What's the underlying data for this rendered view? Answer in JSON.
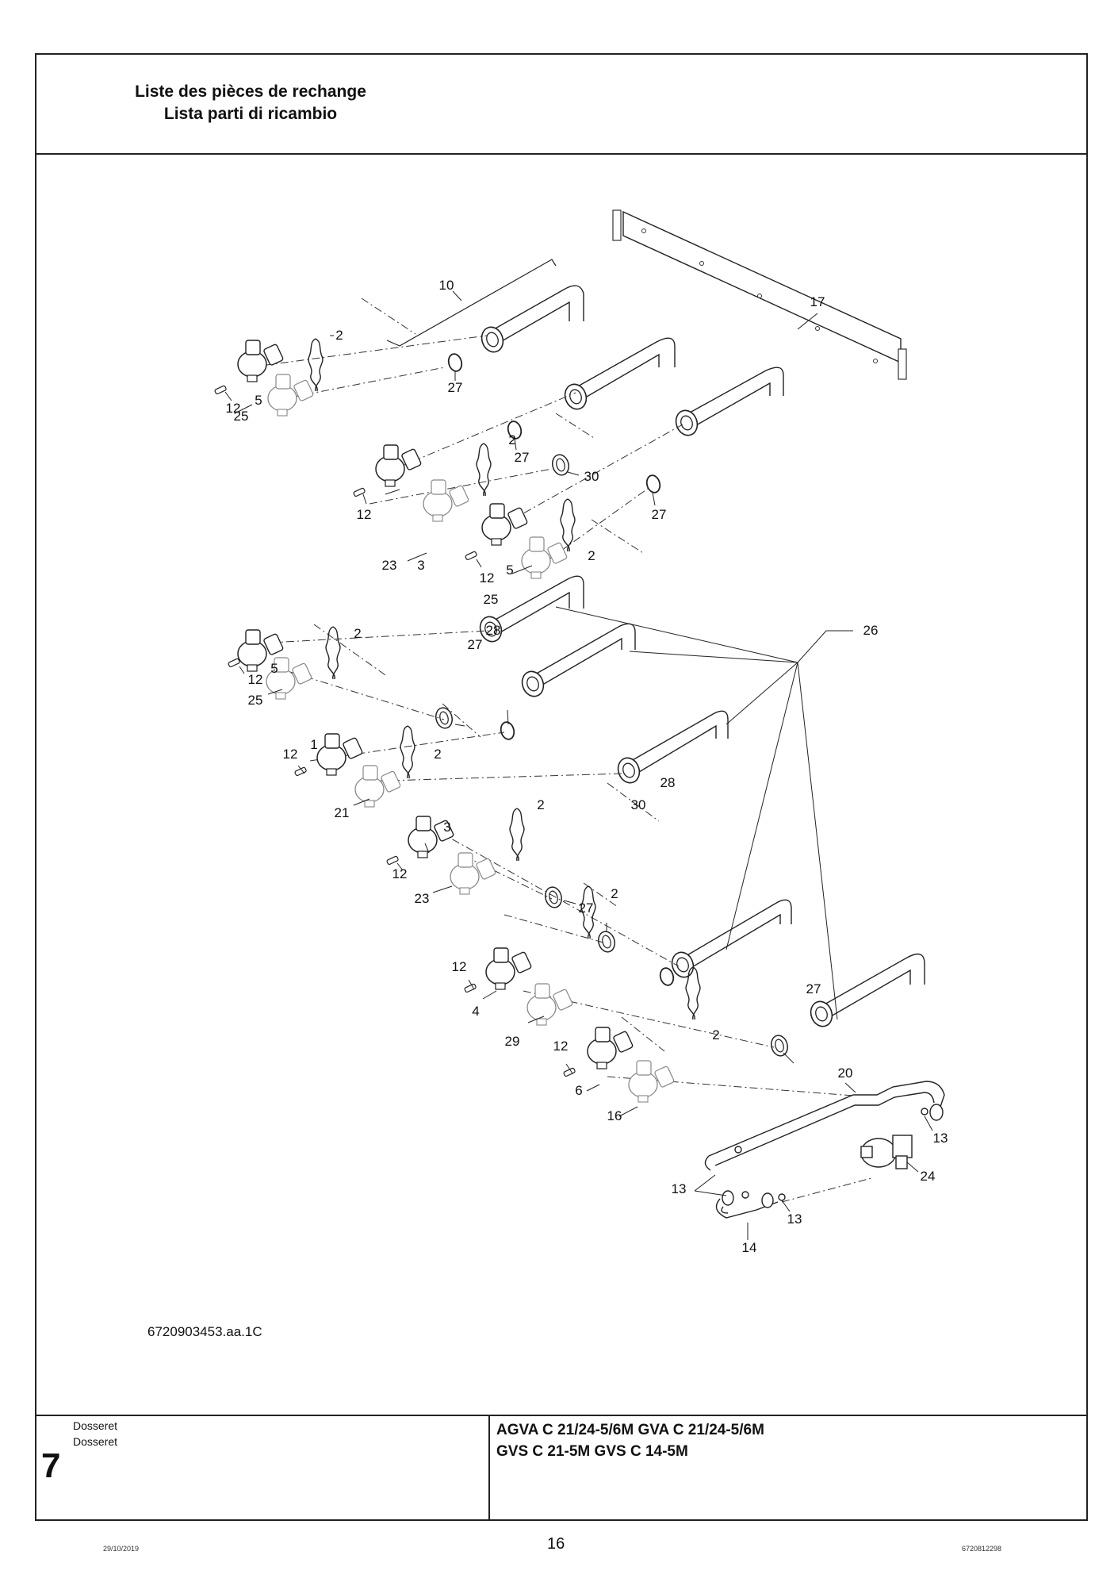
{
  "header": {
    "title_fr": "Liste des pièces de rechange",
    "title_it": "Lista parti di ricambio"
  },
  "drawing": {
    "figure_ref": "6720903453.aa.1C",
    "callouts": [
      {
        "id": "c17",
        "label": "17"
      },
      {
        "id": "c10",
        "label": "10"
      },
      {
        "id": "c27a",
        "label": "27"
      },
      {
        "id": "c2a",
        "label": "2"
      },
      {
        "id": "c12a",
        "label": "12"
      },
      {
        "id": "c5a",
        "label": "5"
      },
      {
        "id": "c25a",
        "label": "25"
      },
      {
        "id": "c27b",
        "label": "27"
      },
      {
        "id": "c2b",
        "label": "2"
      },
      {
        "id": "c30a",
        "label": "30"
      },
      {
        "id": "c3a",
        "label": "3"
      },
      {
        "id": "c12b",
        "label": "12"
      },
      {
        "id": "c23a",
        "label": "23"
      },
      {
        "id": "c27c",
        "label": "27"
      },
      {
        "id": "c2c",
        "label": "2"
      },
      {
        "id": "c12c",
        "label": "12"
      },
      {
        "id": "c5b",
        "label": "5"
      },
      {
        "id": "c25b",
        "label": "25"
      },
      {
        "id": "c26",
        "label": "26"
      },
      {
        "id": "c2d",
        "label": "2"
      },
      {
        "id": "c27d",
        "label": "27"
      },
      {
        "id": "c28a",
        "label": "28"
      },
      {
        "id": "c12d",
        "label": "12"
      },
      {
        "id": "c5c",
        "label": "5"
      },
      {
        "id": "c25c",
        "label": "25"
      },
      {
        "id": "c1",
        "label": "1"
      },
      {
        "id": "c12e",
        "label": "12"
      },
      {
        "id": "c2e",
        "label": "2"
      },
      {
        "id": "c21",
        "label": "21"
      },
      {
        "id": "c27e",
        "label": "27"
      },
      {
        "id": "c28b",
        "label": "28"
      },
      {
        "id": "c30b",
        "label": "30"
      },
      {
        "id": "c2f",
        "label": "2"
      },
      {
        "id": "c3b",
        "label": "3"
      },
      {
        "id": "c12f",
        "label": "12"
      },
      {
        "id": "c23b",
        "label": "23"
      },
      {
        "id": "c12g",
        "label": "12"
      },
      {
        "id": "c2g",
        "label": "2"
      },
      {
        "id": "c4",
        "label": "4"
      },
      {
        "id": "c27f",
        "label": "27"
      },
      {
        "id": "c29",
        "label": "29"
      },
      {
        "id": "c12h",
        "label": "12"
      },
      {
        "id": "c2h",
        "label": "2"
      },
      {
        "id": "c6",
        "label": "6"
      },
      {
        "id": "c16",
        "label": "16"
      },
      {
        "id": "c20",
        "label": "20"
      },
      {
        "id": "c13a",
        "label": "13"
      },
      {
        "id": "c24",
        "label": "24"
      },
      {
        "id": "c13b",
        "label": "13"
      },
      {
        "id": "c13c",
        "label": "13"
      },
      {
        "id": "c14",
        "label": "14"
      }
    ]
  },
  "footer": {
    "section_number": "7",
    "subtitle_fr": "Dosseret",
    "subtitle_it": "Dosseret",
    "models_line1": "AGVA C 21/24-5/6M GVA C 21/24-5/6M",
    "models_line2": "GVS C 21-5M GVS C 14-5M"
  },
  "page": {
    "date": "29/10/2019",
    "number": "16",
    "doc_number": "6720812298"
  }
}
